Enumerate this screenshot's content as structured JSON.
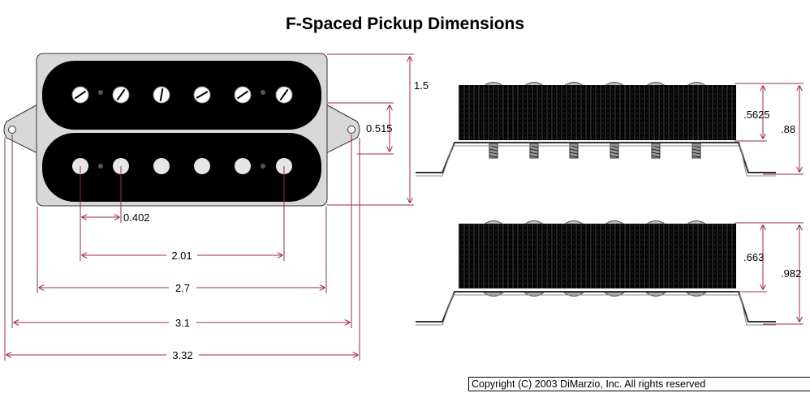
{
  "title": "F-Spaced Pickup Dimensions",
  "dimensions": {
    "height_total": "1.5",
    "mount_offset": "0.515",
    "pole_gap": "0.402",
    "pole_span": "2.01",
    "body_width": "2.7",
    "mount_spacing": "3.1",
    "overall_width": "3.32"
  },
  "side_view_top": {
    "cover_height": ".5625",
    "total_height": ".88"
  },
  "side_view_bottom": {
    "cover_height": ".663",
    "total_height": ".982"
  },
  "copyright": "Copyright (C) 2003 DiMarzio, Inc. All rights reserved",
  "colors": {
    "dimension_line": "#9b2b4a",
    "bobbin": "#000000",
    "mount_plate": "#d8d8d8"
  }
}
